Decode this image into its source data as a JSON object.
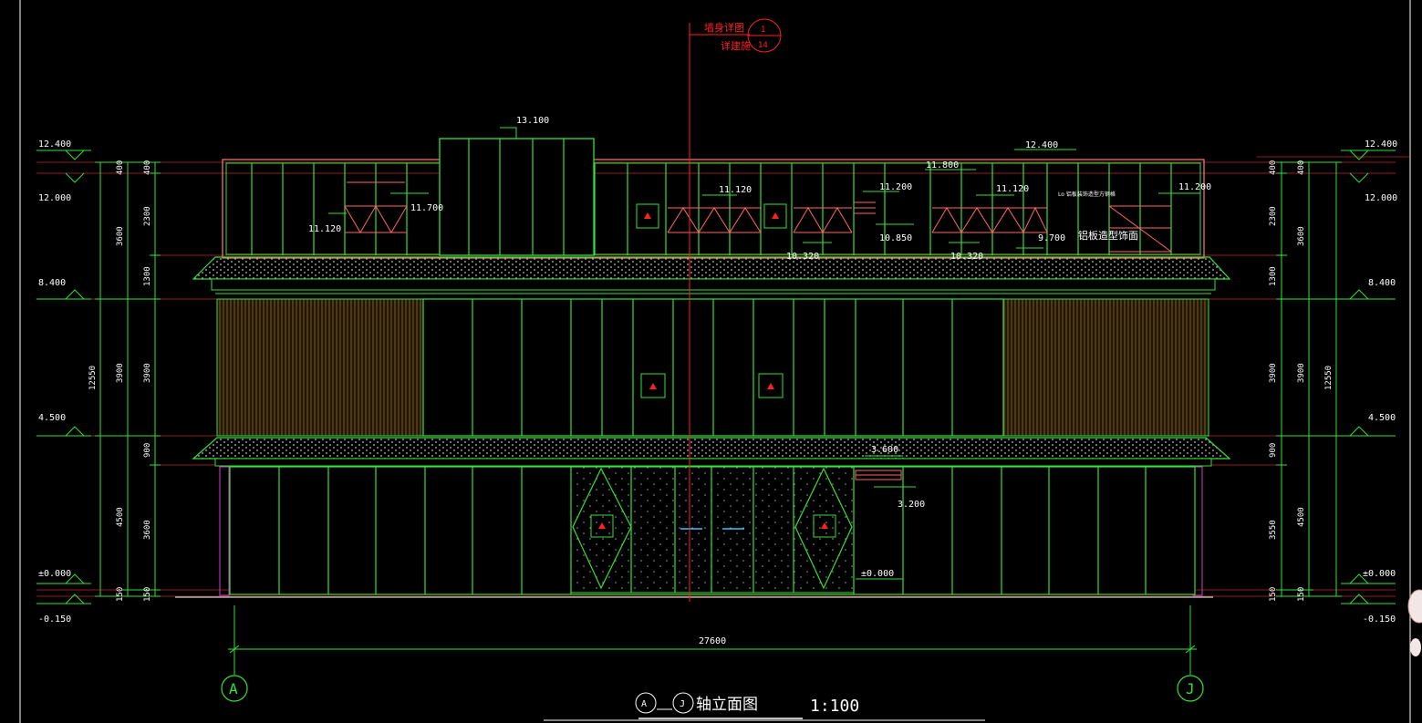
{
  "drawing": {
    "title_axis_from": "A",
    "title_axis_to": "J",
    "title_text": "轴立面图",
    "scale": "1:100",
    "overall_width": "27600",
    "axis_left": "A",
    "axis_right": "J"
  },
  "section_callout": {
    "line1": "墙身详图",
    "line2": "详建施",
    "number_top": "1",
    "number_bottom": "14"
  },
  "levels": {
    "left_top": "12.400",
    "left_parapet": "12.000",
    "left_third": "8.400",
    "left_second": "4.500",
    "left_ground": "±0.000",
    "left_grade": "-0.150",
    "right_top": "12.400",
    "right_parapet": "12.000",
    "right_third": "8.400",
    "right_second": "4.500",
    "right_ground": "±0.000",
    "right_grade": "-0.150"
  },
  "dims": {
    "outer_3600": "3600",
    "outer_12550": "12550",
    "outer_4500": "4500",
    "inner_400": "400",
    "inner_2300": "2300",
    "inner_1300": "1300",
    "inner_3900": "3900",
    "inner_900": "900",
    "inner_3600": "3600",
    "inner_150": "150",
    "inner_3550": "3550"
  },
  "annotations": {
    "stair_top": "13.100",
    "roof_right": "12.400",
    "a1": "11.800",
    "a2": "11.120",
    "a3": "11.700",
    "a4": "11.120",
    "a5": "11.200",
    "a6": "11.120",
    "a7": "11.200",
    "a8": "10.850",
    "a9": "10.320",
    "a10": "10.320",
    "a11": "9.700",
    "note_small": "Lo 铝板装饰造型方钢格",
    "note_main": "铝板造型饰面",
    "eave1": "3.600",
    "eave2": "3.200",
    "door_level": "±0.000"
  }
}
